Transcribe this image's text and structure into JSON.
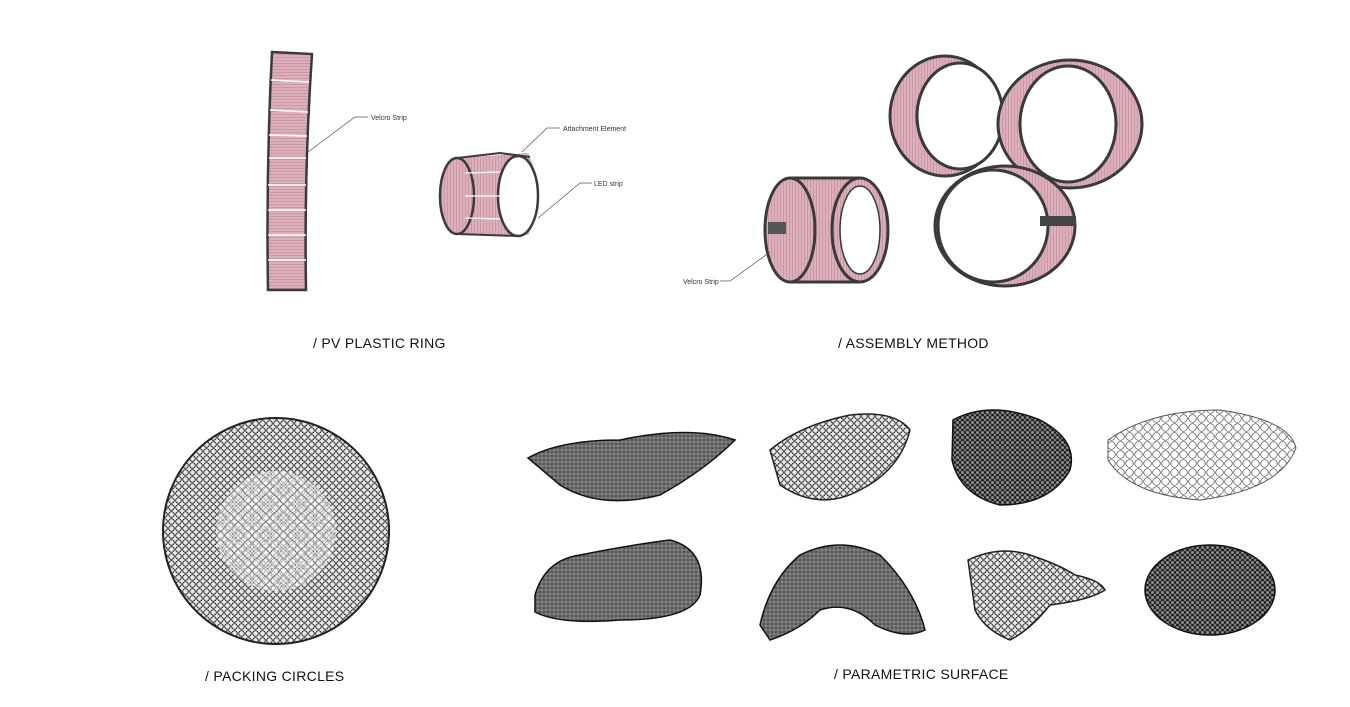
{
  "captions": {
    "pv_ring": "/ PV PLASTIC RING",
    "assembly": "/ ASSEMBLY METHOD",
    "packing": "/ PACKING CIRCLES",
    "parametric": "/ PARAMETRIC SURFACE"
  },
  "callouts": {
    "velcro_strip_1": "Velcro Strip",
    "attachment_element": "Attachment Element",
    "led_strip": "LED strip",
    "velcro_strip_2": "Velcro Strip"
  },
  "colors": {
    "panel_fill": "#d9aab4",
    "panel_line": "#b07080",
    "frame": "#3a3a3a",
    "mesh": "#1a1a1a"
  }
}
